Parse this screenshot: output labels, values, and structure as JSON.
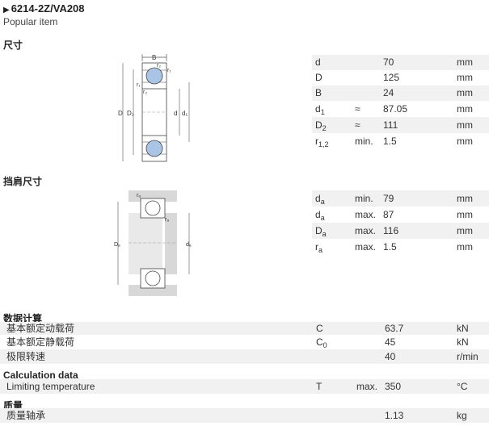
{
  "header": {
    "title": "6214-2Z/VA208",
    "subtitle": "Popular item"
  },
  "dimensions": {
    "heading": "尺寸",
    "drawing_labels": [
      "B",
      "r₂",
      "r₁",
      "r₁",
      "r₂",
      "D",
      "D₂",
      "d",
      "d₁"
    ],
    "rows": [
      {
        "sym": "d",
        "sub": "",
        "qual": "",
        "val": "70",
        "unit": "mm"
      },
      {
        "sym": "D",
        "sub": "",
        "qual": "",
        "val": "125",
        "unit": "mm"
      },
      {
        "sym": "B",
        "sub": "",
        "qual": "",
        "val": "24",
        "unit": "mm"
      },
      {
        "sym": "d",
        "sub": "1",
        "qual": "≈",
        "val": "87.05",
        "unit": "mm"
      },
      {
        "sym": "D",
        "sub": "2",
        "qual": "≈",
        "val": "111",
        "unit": "mm"
      },
      {
        "sym": "r",
        "sub": "1,2",
        "qual": "min.",
        "val": "1.5",
        "unit": "mm"
      }
    ]
  },
  "abutment": {
    "heading": "挡肩尺寸",
    "drawing_labels": [
      "rₐ",
      "rₐ",
      "Dₐ",
      "dₐ"
    ],
    "rows": [
      {
        "sym": "d",
        "sub": "a",
        "qual": "min.",
        "val": "79",
        "unit": "mm"
      },
      {
        "sym": "d",
        "sub": "a",
        "qual": "max.",
        "val": "87",
        "unit": "mm"
      },
      {
        "sym": "D",
        "sub": "a",
        "qual": "max.",
        "val": "116",
        "unit": "mm"
      },
      {
        "sym": "r",
        "sub": "a",
        "qual": "max.",
        "val": "1.5",
        "unit": "mm"
      }
    ]
  },
  "calculation_cn": {
    "heading": "数据计算",
    "rows": [
      {
        "label": "基本额定动载荷",
        "sym": "C",
        "sub": "",
        "qual": "",
        "val": "63.7",
        "unit": "kN"
      },
      {
        "label": "基本额定静载荷",
        "sym": "C",
        "sub": "0",
        "qual": "",
        "val": "45",
        "unit": "kN"
      },
      {
        "label": "极限转速",
        "sym": "",
        "sub": "",
        "qual": "",
        "val": "40",
        "unit": "r/min"
      }
    ]
  },
  "calculation_en": {
    "heading": "Calculation data",
    "rows": [
      {
        "label": "Limiting temperature",
        "sym": "T",
        "sub": "",
        "qual": "max.",
        "val": "350",
        "unit": "°C"
      }
    ]
  },
  "mass": {
    "heading": "质量",
    "rows": [
      {
        "label": "质量轴承",
        "sym": "",
        "sub": "",
        "qual": "",
        "val": "1.13",
        "unit": "kg"
      }
    ]
  },
  "colors": {
    "ball": "#a9c4e4",
    "ring": "#ffffff",
    "shoulder": "#d8d8d8",
    "row_shade": "#f1f1f1"
  }
}
